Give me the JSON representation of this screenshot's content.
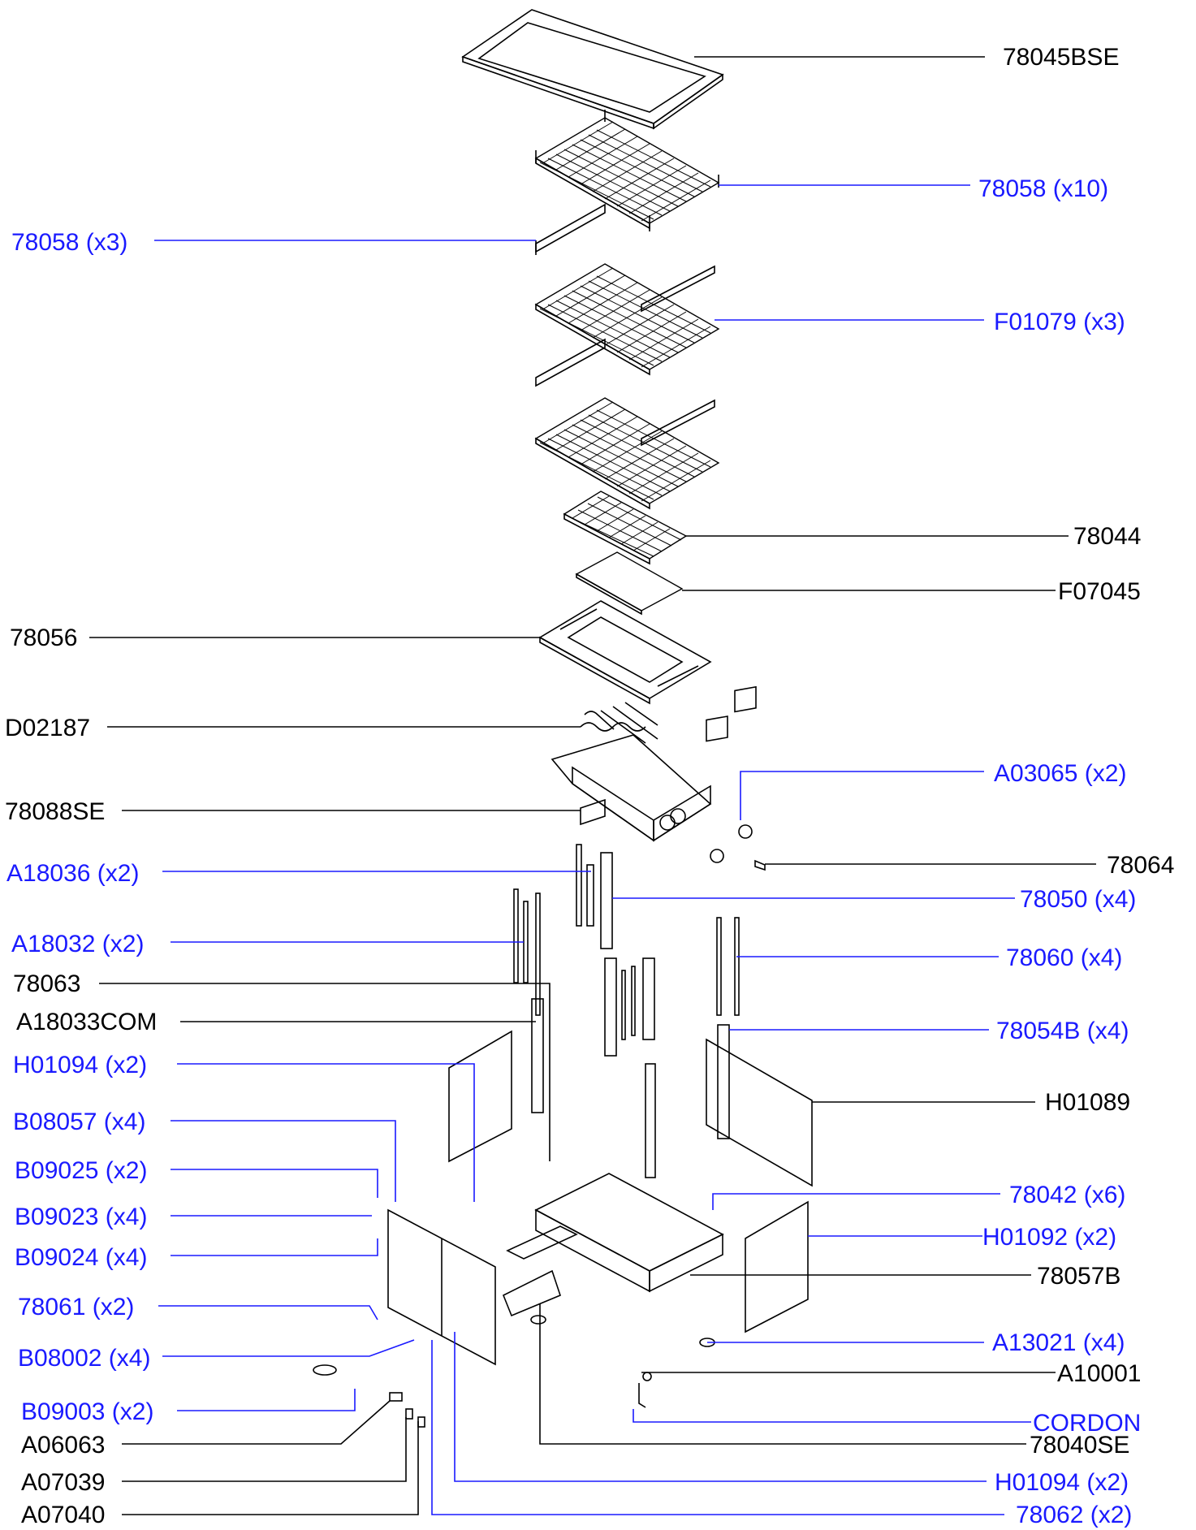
{
  "labels": {
    "l_78045BSE": "78045BSE",
    "l_78058_x10": "78058  (x10)",
    "l_78058_x3": "78058  (x3)",
    "l_F01079_x3": "F01079  (x3)",
    "l_78044": "78044",
    "l_F07045": "F07045",
    "l_78056": "78056",
    "l_D02187": "D02187",
    "l_A03065_x2": "A03065  (x2)",
    "l_78088SE": "78088SE",
    "l_78064": "78064",
    "l_A18036_x2": "A18036  (x2)",
    "l_78050_x4": "78050  (x4)",
    "l_A18032_x2": "A18032  (x2)",
    "l_78060_x4": "78060  (x4)",
    "l_78063": "78063",
    "l_A18033COM": "A18033COM",
    "l_78054B_x4": "78054B  (x4)",
    "l_H01094_x2_top": "H01094  (x2)",
    "l_H01089": "H01089",
    "l_B08057_x4": "B08057  (x4)",
    "l_B09025_x2": "B09025  (x2)",
    "l_78042_x6": "78042  (x6)",
    "l_B09023_x4": "B09023  (x4)",
    "l_H01092_x2": "H01092  (x2)",
    "l_B09024_x4": "B09024  (x4)",
    "l_78057B": "78057B",
    "l_78061_x2": "78061  (x2)",
    "l_A13021_x4": "A13021  (x4)",
    "l_B08002_x4": "B08002  (x4)",
    "l_A10001": "A10001",
    "l_B09003_x2": "B09003  (x2)",
    "l_CORDON": "CORDON",
    "l_A06063": "A06063",
    "l_78040SE": "78040SE",
    "l_A07039": "A07039",
    "l_H01094_x2_bottom": "H01094  (x2)",
    "l_A07040": "A07040",
    "l_78062_x2": "78062  (x2)"
  },
  "colors": {
    "standard_label": "#000000",
    "multi_quantity_label": "#1a1aff"
  }
}
